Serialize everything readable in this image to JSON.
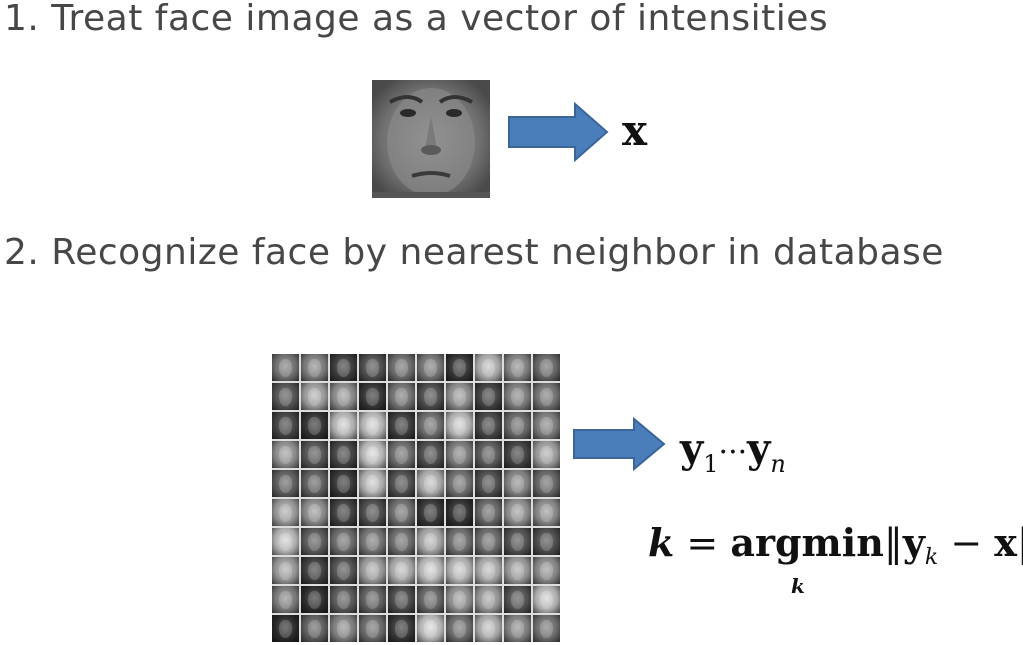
{
  "steps": {
    "step1": "1. Treat face image as a vector of intensities",
    "step2": "2. Recognize face by nearest neighbor in database"
  },
  "math": {
    "x_label": "x",
    "y_bold": "y",
    "y_sub_1": "1",
    "dots": "···",
    "y_sub_n": "n",
    "formula_k": "k",
    "formula_eq": " = ",
    "formula_argmin": "argmin",
    "formula_norm_open": "‖",
    "formula_y": "y",
    "formula_y_sub": "k",
    "formula_minus": " − ",
    "formula_x": "x",
    "formula_norm_close": "‖",
    "argmin_subscript": "k"
  },
  "colors": {
    "arrow_fill": "#4a7ebb",
    "arrow_stroke": "#3a6596"
  }
}
